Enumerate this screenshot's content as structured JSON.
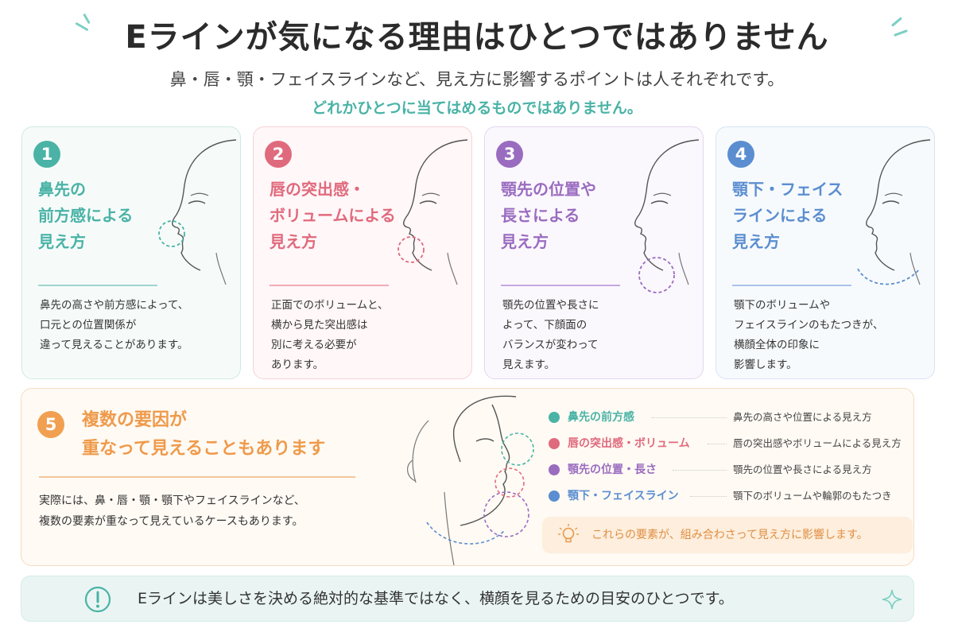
{
  "header": {
    "title": "Eラインが気になる理由はひとつではありません",
    "subtitle": "鼻・唇・顎・フェイスラインなど、見え方に影響するポイントは人それぞれです。",
    "emphasis": "どれかひとつに当てはめるものではありません。"
  },
  "cards": [
    {
      "number": "1",
      "title_lines": [
        "鼻先の",
        "前方感による",
        "見え方"
      ],
      "desc_lines": [
        "鼻先の高さや前方感によって、",
        "口元との位置関係が",
        "違って見えることがあります。"
      ],
      "color": "#4ab3a6"
    },
    {
      "number": "2",
      "title_lines": [
        "唇の突出感・",
        "ボリュームによる",
        "見え方"
      ],
      "desc_lines": [
        "正面でのボリュームと、",
        "横から見た突出感は",
        "別に考える必要が",
        "あります。"
      ],
      "color": "#e06a7d"
    },
    {
      "number": "3",
      "title_lines": [
        "顎先の位置や",
        "長さによる",
        "見え方"
      ],
      "desc_lines": [
        "顎先の位置や長さに",
        "よって、下顔面の",
        "バランスが変わって",
        "見えます。"
      ],
      "color": "#9a6cc0"
    },
    {
      "number": "4",
      "title_lines": [
        "顎下・フェイス",
        "ラインによる",
        "見え方"
      ],
      "desc_lines": [
        "顎下のボリュームや",
        "フェイスラインのもたつきが、",
        "横顔全体の印象に",
        "影響します。"
      ],
      "color": "#5b8ed0"
    }
  ],
  "summary": {
    "number": "5",
    "title_lines": [
      "複数の要因が",
      "重なって見えることもあります"
    ],
    "desc_lines": [
      "実際には、鼻・唇・顎・顎下やフェイスラインなど、",
      "複数の要素が重なって見えているケースもあります。"
    ],
    "color": "#f0a050",
    "legend": [
      {
        "label": "鼻先の前方感",
        "desc": "鼻先の高さや位置による見え方",
        "color": "#4ab3a6"
      },
      {
        "label": "唇の突出感・ボリューム",
        "desc": "唇の突出感やボリュームによる見え方",
        "color": "#e06a7d"
      },
      {
        "label": "顎先の位置・長さ",
        "desc": "顎先の位置や長さによる見え方",
        "color": "#9a6cc0"
      },
      {
        "label": "顎下・フェイスライン",
        "desc": "顎下のボリュームや輪郭のもたつき",
        "color": "#5b8ed0"
      }
    ],
    "hint": "これらの要素が、組み合わさって見え方に影響します。",
    "hint_icon": "lightbulb-icon"
  },
  "footer": {
    "text": "Eラインは美しさを決める絶対的な基準ではなく、横顔を見るための目安のひとつです。",
    "icon": "exclamation-icon",
    "deco_icon": "sparkle-icon"
  }
}
